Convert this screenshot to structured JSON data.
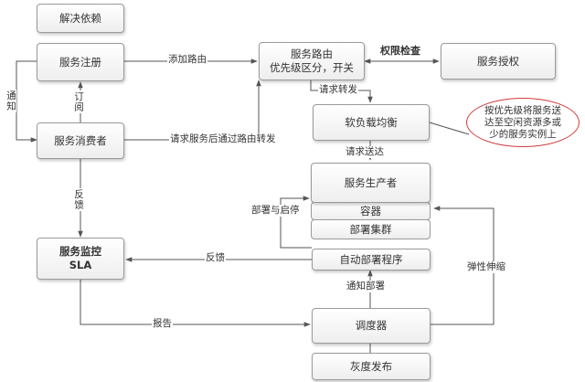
{
  "nodes": {
    "resolve_dependency": "解决依赖",
    "service_register": "服务注册",
    "service_routing": "服务路由\n优先级区分，开关",
    "service_auth": "服务授权",
    "soft_load_balance": "软负载均衡",
    "service_consumer": "服务消费者",
    "service_producer": "服务生产者",
    "container": "容器",
    "deploy_cluster": "部署集群",
    "service_monitor": "服务监控\nSLA",
    "auto_deploy": "自动部署程序",
    "scheduler": "调度器",
    "gray_release": "灰度发布"
  },
  "edge_labels": {
    "add_route": "添加路由",
    "permission_check": "权限检查",
    "notify": "通知",
    "subscribe": "订阅",
    "request_forward": "请求转发",
    "request_via_route": "请求服务后通过路由转发",
    "request_deliver": "请求送达",
    "deploy_restart": "部署与启停",
    "feedback_consumer": "反馈",
    "feedback_deploy": "反馈",
    "notify_deploy": "通知部署",
    "elastic_scaling": "弹性伸缩",
    "report": "报告"
  },
  "callout": "按优先级将服务送\n达至空闲资源多或\n少的服务实例上",
  "colors": {
    "line": "#555555",
    "callout_border": "#d23a3a",
    "text": "#333333"
  }
}
